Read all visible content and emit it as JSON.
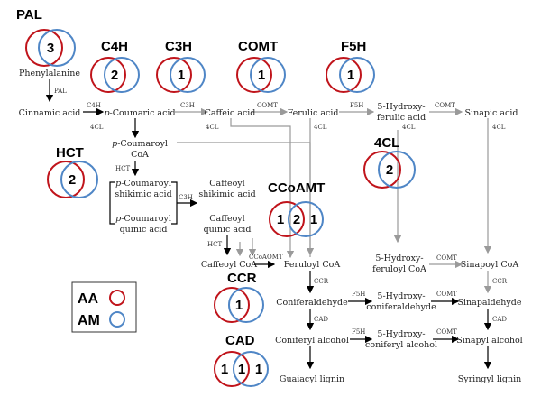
{
  "colors": {
    "aa": "#c0141b",
    "am": "#4f86c6",
    "black_arrow": "#000000",
    "gray_arrow": "#9a9a9a"
  },
  "compounds": {
    "phenylalanine": "Phenylalanine",
    "cinnamic": "Cinnamic acid",
    "p_coumaric_prefix": "p-",
    "p_coumaric_rest": "Coumaric acid",
    "caffeic": "Caffeic acid",
    "ferulic": "Ferulic acid",
    "hydroxyferulic_1": "5-Hydroxy-",
    "hydroxyferulic_2": "ferulic acid",
    "sinapic": "Sinapic acid",
    "coumaroyl_coa_1_prefix": "p-",
    "coumaroyl_coa_1_rest": "Coumaroyl",
    "coumaroyl_coa_2": "CoA",
    "coumaroyl_shikimic_1_prefix": "p-",
    "coumaroyl_shikimic_1_rest": "Coumaroyl",
    "coumaroyl_shikimic_2": "shikimic acid",
    "coumaroyl_quinic_1_prefix": "p-",
    "coumaroyl_quinic_1_rest": "Coumaroyl",
    "coumaroyl_quinic_2": "quinic acid",
    "caffeoyl_shikimic_1": "Caffeoyl",
    "caffeoyl_shikimic_2": "shikimic acid",
    "caffeoyl_quinic_1": "Caffeoyl",
    "caffeoyl_quinic_2": "quinic acid",
    "caffeoyl_coa": "Caffeoyl CoA",
    "feruloyl_coa": "Feruloyl CoA",
    "hydroxyferuloyl_coa_1": "5-Hydroxy-",
    "hydroxyferuloyl_coa_2": "feruloyl CoA",
    "sinapoyl_coa": "Sinapoyl CoA",
    "coniferaldehyde": "Coniferaldehyde",
    "hydroxyconiferaldehyde_1": "5-Hydroxy-",
    "hydroxyconiferaldehyde_2": "coniferaldehyde",
    "sinapaldehyde": "Sinapaldehyde",
    "coniferyl_alcohol": "Coniferyl alcohol",
    "hydroxyconiferyl_alcohol_1": "5-Hydroxy-",
    "hydroxyconiferyl_alcohol_2": "coniferyl alcohol",
    "sinapyl_alcohol": "Sinapyl alcohol",
    "guaiacyl": "Guaiacyl lignin",
    "syringyl": "Syringyl lignin"
  },
  "arrow_labels": {
    "pal": "PAL",
    "c4h": "C4H",
    "c3h_top": "C3H",
    "comt_top": "COMT",
    "f5h_top": "F5H",
    "comt_top2": "COMT",
    "cl_1": "4CL",
    "cl_2": "4CL",
    "cl_3": "4CL",
    "cl_4": "4CL",
    "cl_5": "4CL",
    "hct_1": "HCT",
    "c3h_mid": "C3H",
    "hct_2": "HCT",
    "ccoamt_small": "CCoAOMT",
    "comt_mid": "COMT",
    "ccr_1": "CCR",
    "ccr_2": "CCR",
    "f5h_mid": "F5H",
    "comt_low": "COMT",
    "cad_1": "CAD",
    "cad_2": "CAD",
    "f5h_low": "F5H",
    "comt_low2": "COMT"
  },
  "venn": [
    {
      "enzyme": "PAL",
      "counts": [
        "3"
      ]
    },
    {
      "enzyme": "C4H",
      "counts": [
        "2"
      ]
    },
    {
      "enzyme": "C3H",
      "counts": [
        "1"
      ]
    },
    {
      "enzyme": "COMT",
      "counts": [
        "1"
      ]
    },
    {
      "enzyme": "F5H",
      "counts": [
        "1"
      ]
    },
    {
      "enzyme": "HCT",
      "counts": [
        "2"
      ]
    },
    {
      "enzyme": "4CL",
      "counts": [
        "2"
      ]
    },
    {
      "enzyme": "CCoAMT",
      "counts": [
        "1",
        "2",
        "1"
      ]
    },
    {
      "enzyme": "CCR",
      "counts": [
        "1"
      ]
    },
    {
      "enzyme": "CAD",
      "counts": [
        "1",
        "1",
        "1"
      ]
    }
  ],
  "legend": [
    {
      "label": "AA",
      "color": "#c0141b"
    },
    {
      "label": "AM",
      "color": "#4f86c6"
    }
  ]
}
